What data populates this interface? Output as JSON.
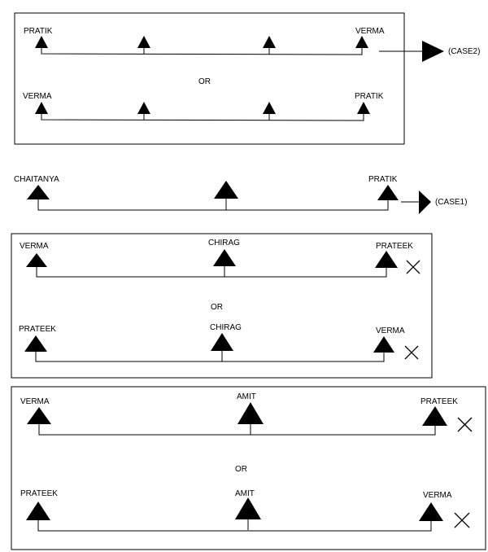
{
  "connector_word": "OR",
  "names": {
    "pratik": "PRATIK",
    "verma": "VERMA",
    "chaitanya": "CHAITANYA",
    "chirag": "CHIRAG",
    "prateek": "PRATEEK",
    "amit": "AMIT"
  },
  "cases": {
    "case1": "(CASE1)",
    "case2": "(CASE2)"
  },
  "rejected_marker": "cross-icon"
}
